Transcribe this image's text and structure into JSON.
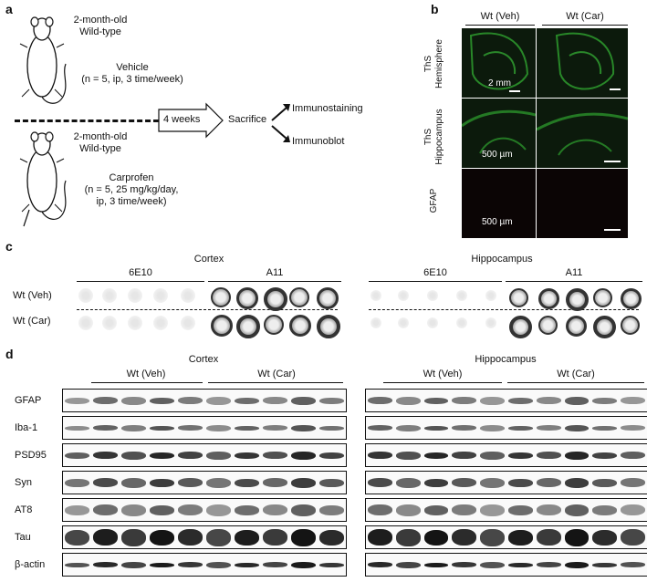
{
  "panel_a": {
    "letter": "a",
    "top_group": {
      "line1": "2-month-old",
      "line2": "Wild-type"
    },
    "vehicle": {
      "line1": "Vehicle",
      "line2": "(n = 5, ip, 3 time/week)"
    },
    "duration": "4 weeks",
    "sacrifice": "Sacrifice",
    "outcome1": "Immunostaining",
    "outcome2": "Immunoblot",
    "bottom_group": {
      "line1": "2-month-old",
      "line2": "Wild-type"
    },
    "carprofen": {
      "line1": "Carprofen",
      "line2": "(n = 5, 25 mg/kg/day,",
      "line3": "ip, 3 time/week)"
    }
  },
  "panel_b": {
    "letter": "b",
    "col1": "Wt (Veh)",
    "col2": "Wt (Car)",
    "row1_label": "ThS\nHemisphere",
    "row1_a": "ThS",
    "row1_b": "Hemisphere",
    "row2_a": "ThS",
    "row2_b": "Hippocampus",
    "row3": "GFAP",
    "scale1": "2 mm",
    "scale2": "500 µm",
    "scale3": "500 µm",
    "colors": {
      "background": "#0c1a0c",
      "ths": "#2fa32f",
      "gfap": "#1a0a0a"
    }
  },
  "panel_c": {
    "letter": "c",
    "cortex": "Cortex",
    "hippocampus": "Hippocampus",
    "ab1": "6E10",
    "ab2": "A11",
    "row1": "Wt (Veh)",
    "row2": "Wt (Car)"
  },
  "panel_d": {
    "letter": "d",
    "cortex": "Cortex",
    "hippocampus": "Hippocampus",
    "veh": "Wt (Veh)",
    "car": "Wt (Car)",
    "rows": [
      "GFAP",
      "Iba-1",
      "PSD95",
      "Syn",
      "AT8",
      "Tau",
      "β-actin"
    ]
  }
}
